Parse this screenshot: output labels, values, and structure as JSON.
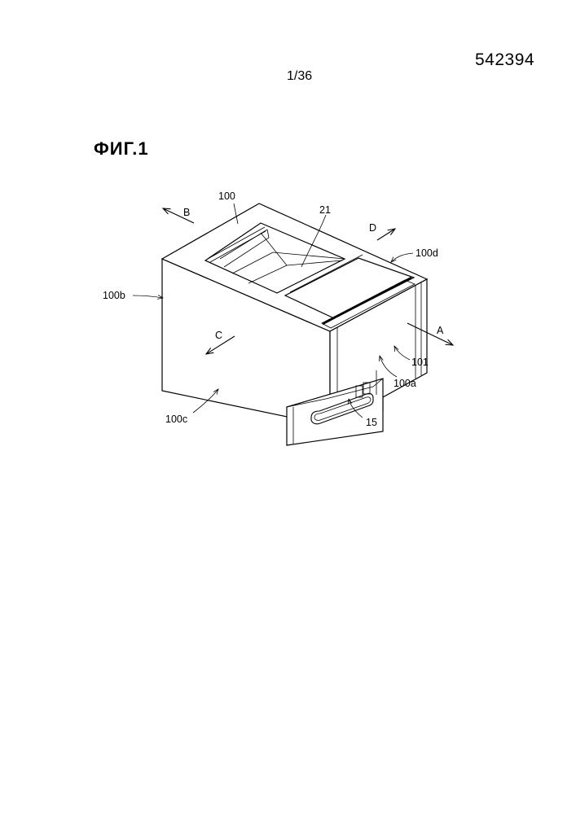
{
  "header": {
    "document_number": "542394",
    "sheet_number": "1/36"
  },
  "figure": {
    "title": "ФИГ.1",
    "labels": {
      "device": "100",
      "front_face": "100a",
      "left_side": "100b",
      "side_face": "100c",
      "rear_top": "100d",
      "panel": "101",
      "handle": "15",
      "opening": "21",
      "dir_a": "A",
      "dir_b": "B",
      "dir_c": "C",
      "dir_d": "D"
    }
  }
}
